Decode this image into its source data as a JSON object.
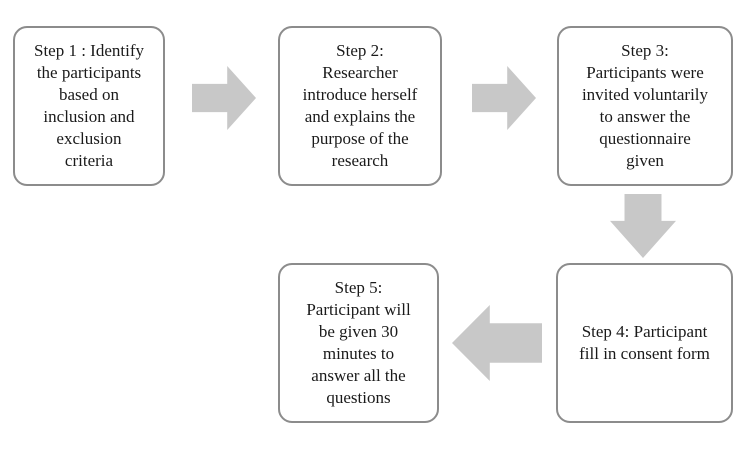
{
  "diagram": {
    "type": "flowchart",
    "steps": [
      {
        "id": "step-1",
        "text": "Step 1 : Identify\nthe participants\nbased on\ninclusion and\nexclusion\ncriteria"
      },
      {
        "id": "step-2",
        "text": "Step 2:\nResearcher\nintroduce herself\nand explains the\npurpose of the\nresearch"
      },
      {
        "id": "step-3",
        "text": "Step 3:\nParticipants were\ninvited voluntarily\nto answer the\nquestionnaire\ngiven"
      },
      {
        "id": "step-4",
        "text": "Step 4: Participant\nfill in consent form"
      },
      {
        "id": "step-5",
        "text": "Step 5:\nParticipant will\nbe given 30\nminutes to\nanswer all the\nquestions"
      }
    ],
    "connections": [
      {
        "from": "step-1",
        "to": "step-2",
        "direction": "right"
      },
      {
        "from": "step-2",
        "to": "step-3",
        "direction": "right"
      },
      {
        "from": "step-3",
        "to": "step-4",
        "direction": "down"
      },
      {
        "from": "step-4",
        "to": "step-5",
        "direction": "left"
      }
    ],
    "colors": {
      "box_border": "#8c8c8c",
      "arrow_fill": "#c8c8c8",
      "text": "#1a1a1a",
      "background": "#ffffff"
    }
  }
}
